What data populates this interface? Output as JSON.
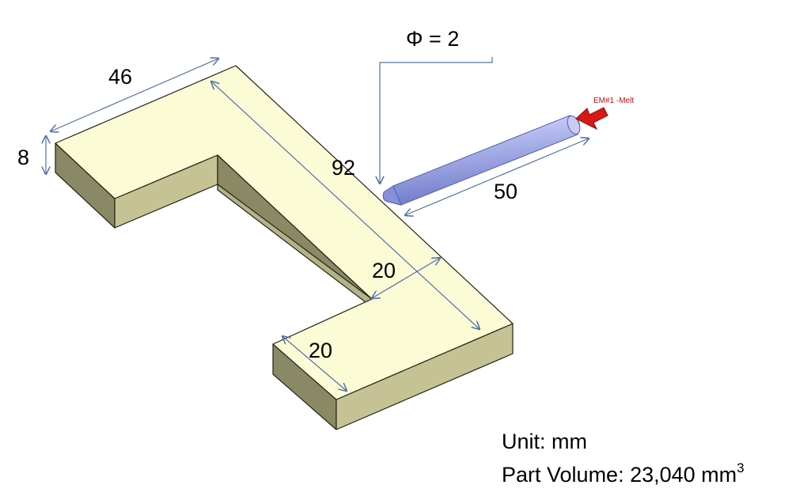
{
  "dimensions": {
    "arm_length": "46",
    "thickness": "8",
    "diagonal_length": "92",
    "inner_width": "20",
    "end_width": "20",
    "runner_length": "50",
    "diameter": "Φ = 2"
  },
  "injection_label": "EM#1 -Melt",
  "info": {
    "unit": "Unit: mm",
    "volume_prefix": "Part Volume: 23,040 mm",
    "volume_exponent": "3"
  },
  "colors": {
    "top_face": "#fbfbd6",
    "side_light": "#c5c393",
    "side_dark": "#8a8965",
    "inner_side": "#b4b288",
    "edge": "#232318",
    "dimension_line": "#5470a8",
    "runner": "#aab2ec",
    "arrow": "#d81818"
  }
}
